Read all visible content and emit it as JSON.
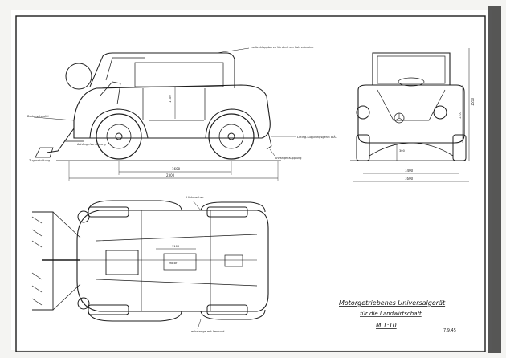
{
  "drawing": {
    "title_line1": "Motorgetriebenes Universalgerät",
    "title_line2": "für die Landwirtschaft",
    "scale": "M 1:10",
    "date_note": "7.9.45"
  },
  "side_view": {
    "label_roof": "zurückklappbares Verdeck zur Fahrerkabine",
    "label_front": "Bodenschaufel",
    "label_coupling": "Anhänge-Vorrichtung",
    "label_hitch": "Zugvorrichtung",
    "label_towbar": "Lifting-Kupplungsgerät o.Ä.",
    "label_rear": "Anhänger-Kupplung",
    "dim_height": "1100",
    "dim_wheelbase": "1600",
    "dim_total_length": "2300"
  },
  "front_view": {
    "dim_height_total": "1550",
    "dim_height_body": "1100",
    "dim_ground_clearance": "300",
    "dim_track": "1400",
    "dim_width": "1600"
  },
  "top_view": {
    "label_top": "Hinterachse",
    "label_bottom": "Lenkstange mit Lenkrad",
    "dim_inner": "1100",
    "label_engine": "Motor"
  },
  "colors": {
    "ink": "#1c1c1c",
    "paper": "#ffffff",
    "background": "#f4f4f2",
    "border_shadow": "#2a2a2a"
  }
}
